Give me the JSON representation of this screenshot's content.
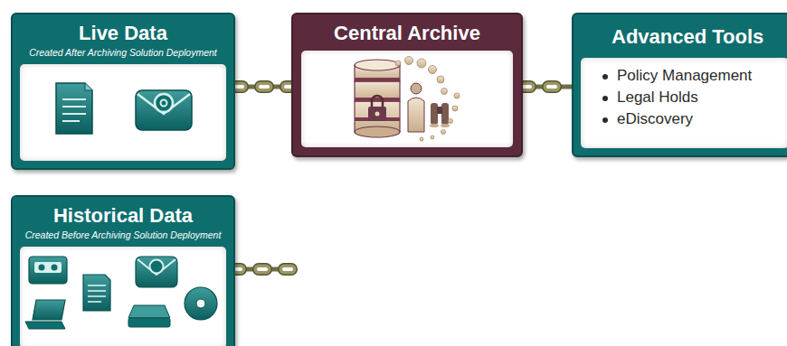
{
  "diagram": {
    "nodes": [
      {
        "text": [
          "Live Data",
          "Created After Archiving Solution Deployment"
        ]
      },
      {
        "text": [
          "Central Archive"
        ]
      },
      {
        "text": [
          "Advanced Tools",
          "Policy Management",
          "Legal Holds",
          "eDiscovery"
        ]
      },
      {
        "text": [
          "Historical Data",
          "Created Before Archiving Solution Deployment"
        ]
      }
    ],
    "edges": [
      {
        "from": 0,
        "to": 1,
        "arrow": "none"
      },
      {
        "from": 1,
        "to": 2,
        "arrow": "none"
      },
      {
        "from": 1,
        "to": 3,
        "arrow": "none"
      }
    ]
  }
}
